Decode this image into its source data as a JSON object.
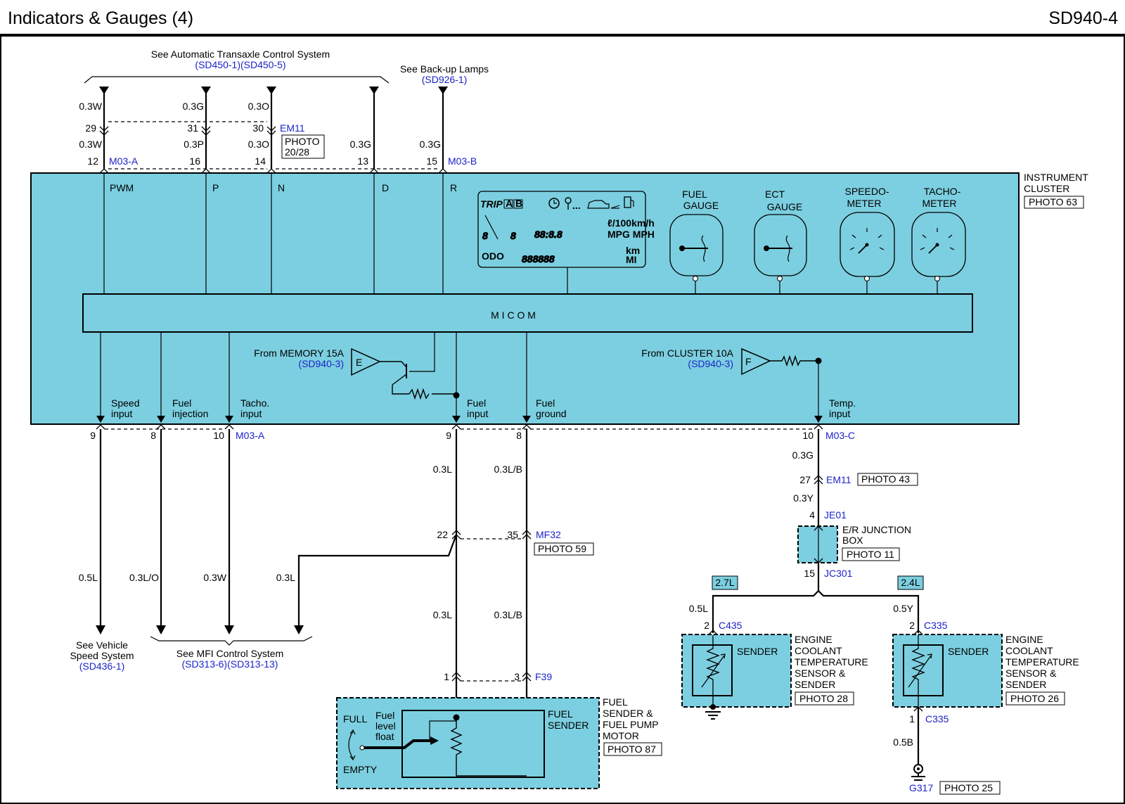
{
  "header": {
    "title": "Indicators & Gauges   (4)",
    "code": "SD940-4"
  },
  "colors": {
    "box_fill": "#7ccfe0",
    "reference_blue": "#1c23c9",
    "wire": "#000000"
  },
  "refs": {
    "atcs": {
      "text": "See Automatic Transaxle Control System",
      "codes": "(SD450-1)(SD450-5)"
    },
    "backup": {
      "text": "See Back-up Lamps",
      "code": "(SD926-1)"
    },
    "vss": {
      "line1": "See Vehicle",
      "line2": "Speed System",
      "code": "(SD436-1)"
    },
    "mfi": {
      "text": "See MFI Control System",
      "codes": "(SD313-6)(SD313-13)"
    }
  },
  "top_wires": {
    "pwm": {
      "upper": "0.3W",
      "em_pin": "29",
      "lower": "0.3W",
      "m_pin": "12",
      "label": "PWM"
    },
    "p": {
      "upper": "0.3G",
      "em_pin": "31",
      "lower": "0.3P",
      "m_pin": "16",
      "label": "P"
    },
    "n": {
      "upper": "0.3O",
      "em_pin": "30",
      "lower": "0.3O",
      "m_pin": "14",
      "label": "N"
    },
    "d": {
      "lower": "0.3G",
      "m_pin": "13",
      "label": "D"
    },
    "r": {
      "lower": "0.3G",
      "m_pin": "15",
      "label": "R"
    }
  },
  "connectors": {
    "em11": "EM11",
    "photo_em11_l1": "PHOTO",
    "photo_em11_l2": "20/28",
    "m03a_top": "M03-A",
    "m03b": "M03-B",
    "m03a_bottom": "M03-A",
    "m03c": "M03-C",
    "em11_b": "EM11",
    "photo43": "PHOTO 43",
    "je01": "JE01",
    "jc301": "JC301",
    "mf32": "MF32",
    "photo59": "PHOTO 59",
    "f39": "F39",
    "c435": "C435",
    "c335_top": "C335",
    "c335_bot": "C335",
    "g317": "G317",
    "photo25": "PHOTO 25"
  },
  "cluster": {
    "title_l1": "INSTRUMENT",
    "title_l2": "CLUSTER",
    "photo": "PHOTO 63",
    "micom": "M I C O M",
    "lcd": {
      "trip": "TRIP",
      "a": "A",
      "b": "B",
      "big_digits": "88:8.8",
      "units1": "ℓ/100km/h",
      "units2": "MPG MPH",
      "odo": "ODO",
      "odo_digits": "888888",
      "km": "km",
      "mi": "MI",
      "small_digits": "8"
    },
    "gauges": [
      {
        "l1": "FUEL",
        "l2": "GAUGE"
      },
      {
        "l1": "ECT",
        "l2": "GAUGE"
      },
      {
        "l1": "SPEEDO-",
        "l2": "METER"
      },
      {
        "l1": "TACHO-",
        "l2": "METER"
      }
    ],
    "memory": {
      "text": "From MEMORY 15A",
      "code": "(SD940-3)",
      "letter": "E"
    },
    "cluster_src": {
      "text": "From CLUSTER 10A",
      "code": "(SD940-3)",
      "letter": "F"
    },
    "inputs": [
      {
        "l1": "Speed",
        "l2": "input"
      },
      {
        "l1": "Fuel",
        "l2": "injection"
      },
      {
        "l1": "Tacho.",
        "l2": "input"
      },
      {
        "l1": "Fuel",
        "l2": "input"
      },
      {
        "l1": "Fuel",
        "l2": "ground"
      },
      {
        "l1": "Temp.",
        "l2": "input"
      }
    ]
  },
  "bottom_pins": {
    "speed": "9",
    "inj": "8",
    "tacho": "10",
    "fuel_in": "9",
    "fuel_gnd": "8",
    "temp": "10"
  },
  "bottom_wires": {
    "speed": "0.5L",
    "inj": "0.3L/O",
    "tacho": "0.3W",
    "branch": "0.3L",
    "fuel_upper": "0.3L",
    "gnd_upper": "0.3L/B",
    "fuel_pin": "22",
    "gnd_pin": "35",
    "fuel_lower": "0.3L",
    "gnd_lower": "0.3L/B",
    "f39_pin1": "1",
    "f39_pin3": "3"
  },
  "temp_chain": {
    "w1": "0.3G",
    "em11_pin": "27",
    "w2": "0.3Y",
    "je01_pin": "4",
    "junction_l1": "E/R JUNCTION",
    "junction_l2": "BOX",
    "photo11": "PHOTO 11",
    "jc301_pin": "15",
    "tag_left": "2.7L",
    "tag_right": "2.4L",
    "w_left": "0.5L",
    "w_right": "0.5Y",
    "pin_left": "2",
    "pin_right": "2",
    "pin_bottom": "1",
    "w_ground": "0.5B"
  },
  "sensors": {
    "sender": "SENDER",
    "label_l1": "ENGINE",
    "label_l2": "COOLANT",
    "label_l3": "TEMPERATURE",
    "label_l4": "SENSOR &",
    "label_l5": "SENDER",
    "photo_left": "PHOTO 28",
    "photo_right": "PHOTO 26"
  },
  "fuel_sender": {
    "full": "FULL",
    "empty": "EMPTY",
    "float_l1": "Fuel",
    "float_l2": "level",
    "float_l3": "float",
    "inner_l1": "FUEL",
    "inner_l2": "SENDER",
    "label_l1": "FUEL",
    "label_l2": "SENDER &",
    "label_l3": "FUEL PUMP",
    "label_l4": "MOTOR",
    "photo": "PHOTO 87"
  }
}
